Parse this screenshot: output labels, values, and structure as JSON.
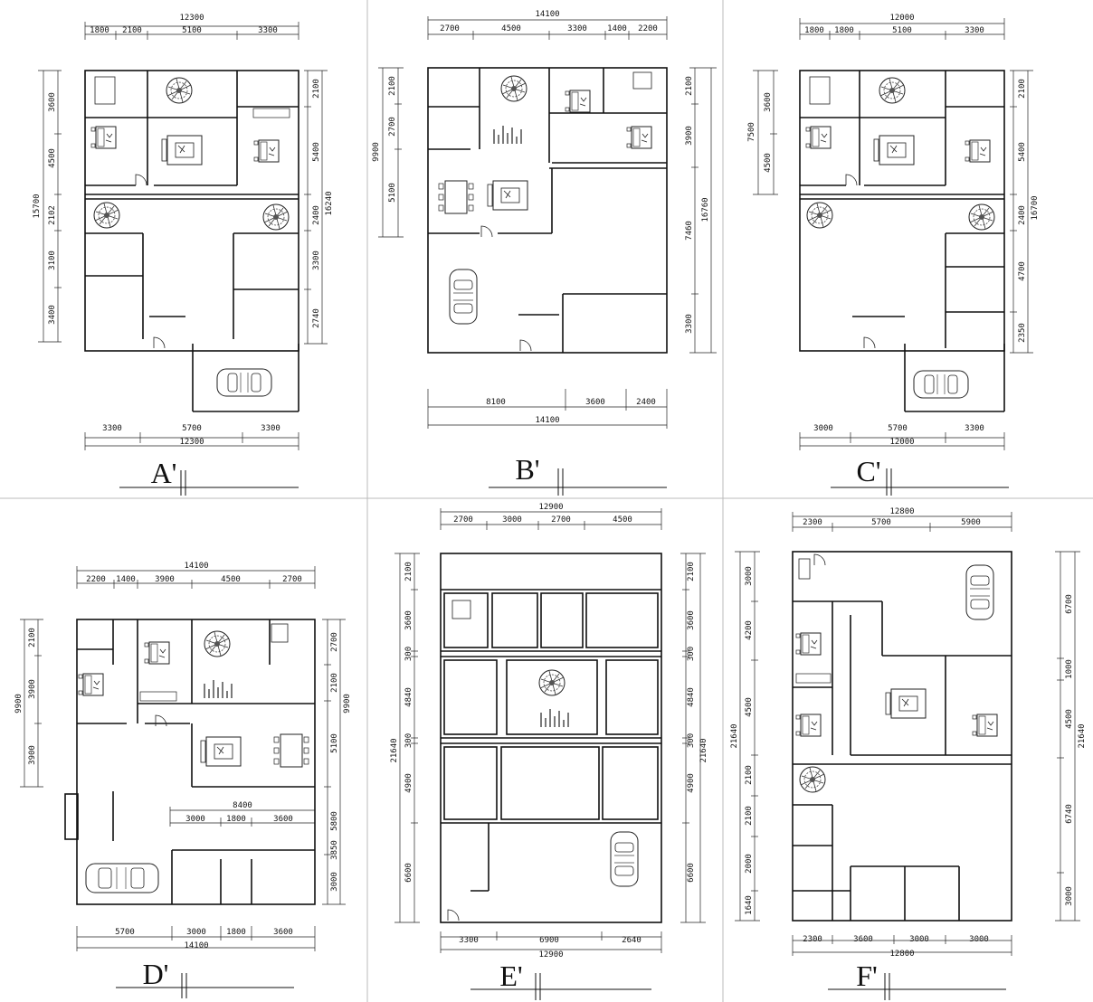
{
  "sheet": {
    "panels": [
      {
        "label": "A'",
        "top": [
          "12300"
        ],
        "top_segments": [
          "1800",
          "2100",
          "5100",
          "3300"
        ],
        "bottom_segments": [
          "3300",
          "5700",
          "3300"
        ],
        "bottom_total": [
          "12300"
        ],
        "left": [
          "15700"
        ],
        "left_segments": [
          "3600",
          "4500",
          "2102",
          "3100",
          "3400"
        ],
        "right": [
          "16240"
        ],
        "right_segments": [
          "2100",
          "5400",
          "2400",
          "3300",
          "2740"
        ]
      },
      {
        "label": "B'",
        "top": [
          "14100"
        ],
        "top_segments": [
          "2700",
          "4500",
          "3300",
          "1400",
          "2200"
        ],
        "bottom_segments": [
          "8100",
          "3600",
          "2400"
        ],
        "bottom_total": [
          "14100"
        ],
        "left": [
          "9900"
        ],
        "left_segments": [
          "2100",
          "2700",
          "5100"
        ],
        "right": [
          "16760"
        ],
        "right_segments": [
          "2100",
          "3900",
          "7460",
          "3300"
        ]
      },
      {
        "label": "C'",
        "top": [
          "12000"
        ],
        "top_segments": [
          "1800",
          "1800",
          "5100",
          "3300"
        ],
        "bottom_segments": [
          "3000",
          "5700",
          "3300"
        ],
        "bottom_total": [
          "12000"
        ],
        "left": [
          "7500"
        ],
        "left_segments": [
          "3600",
          "4500"
        ],
        "right": [
          "16700"
        ],
        "right_segments": [
          "2100",
          "5400",
          "2400",
          "4700",
          "2350"
        ]
      },
      {
        "label": "D'",
        "top": [
          "14100"
        ],
        "top_segments": [
          "2200",
          "1400",
          "3900",
          "4500",
          "2700"
        ],
        "inner_top": [
          "8400"
        ],
        "inner_segments": [
          "3000",
          "1800",
          "3600"
        ],
        "bottom_segments": [
          "5700",
          "3000",
          "1800",
          "3600"
        ],
        "bottom_total": [
          "14100"
        ],
        "left": [
          "9900"
        ],
        "left_segments": [
          "2100",
          "3900",
          "3900"
        ],
        "right": [
          "9900"
        ],
        "right_segments": [
          "2700",
          "2100",
          "5100",
          "5800",
          "3850",
          "3000"
        ]
      },
      {
        "label": "E'",
        "top": [
          "12900"
        ],
        "top_segments": [
          "2700",
          "3000",
          "2700",
          "4500"
        ],
        "bottom_segments": [
          "3300",
          "6900",
          "2640"
        ],
        "bottom_total": [
          "12900"
        ],
        "left": [
          "21640"
        ],
        "left_segments": [
          "2100",
          "3600",
          "300",
          "4840",
          "300",
          "4900",
          "6600"
        ],
        "right": [
          "21640"
        ],
        "right_segments": [
          "2100",
          "3600",
          "300",
          "4840",
          "300",
          "4900",
          "6600"
        ]
      },
      {
        "label": "F'",
        "top": [
          "12800"
        ],
        "top_segments": [
          "2300",
          "5700",
          "5900"
        ],
        "bottom_segments": [
          "2300",
          "3600",
          "3000",
          "3000"
        ],
        "bottom_total": [
          "12800"
        ],
        "left": [
          "21640"
        ],
        "left_segments": [
          "3000",
          "4200",
          "4500",
          "2100",
          "2100",
          "2000",
          "1640"
        ],
        "right": [
          "21640"
        ],
        "right_segments": [
          "6700",
          "1000",
          "4500",
          "6740",
          "3000"
        ]
      }
    ]
  }
}
